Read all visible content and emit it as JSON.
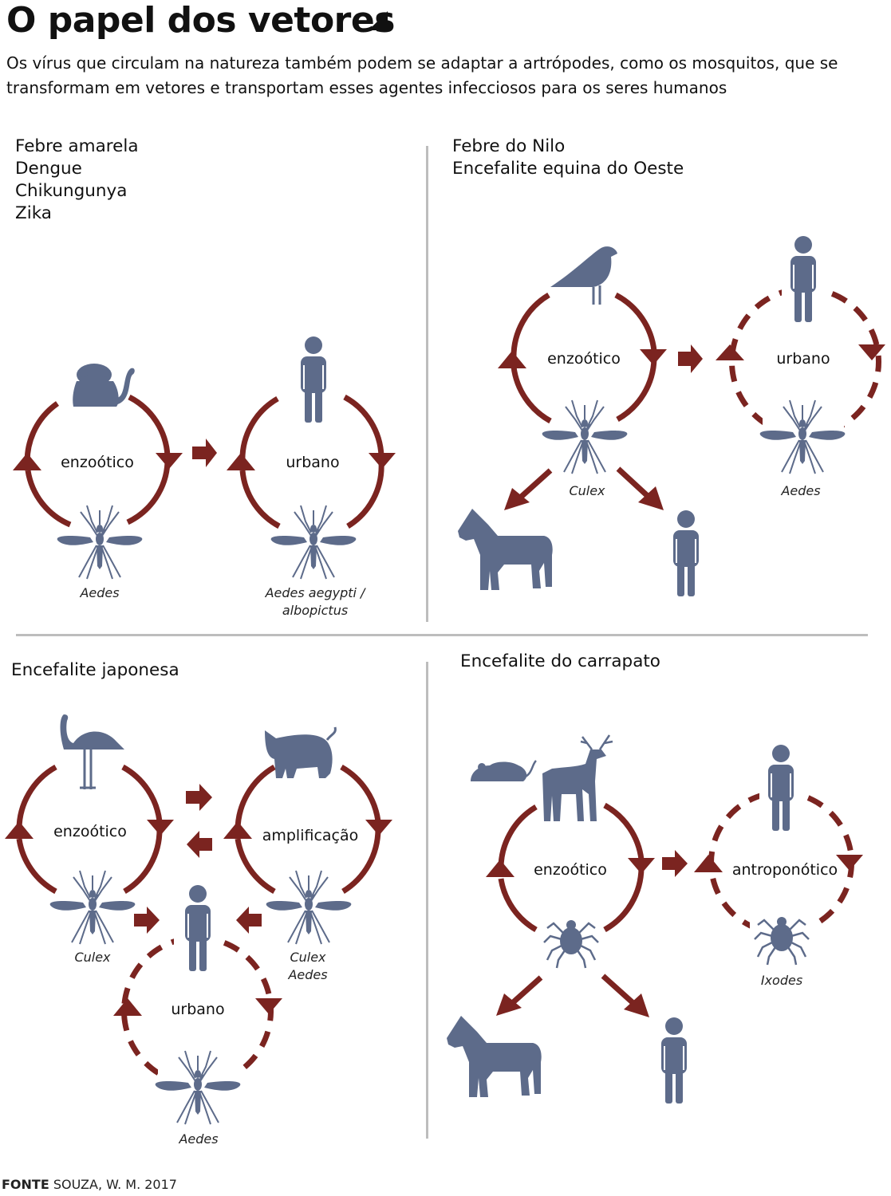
{
  "title": "O papel dos vetores",
  "subtitle": "Os vírus que circulam na natureza também podem se adaptar a artrópodes, como os mosquitos, que se transformam em vetores e transportam esses agentes infecciosos para os seres humanos",
  "colors": {
    "cycle": "#7b2420",
    "silhouette": "#5d6b8a",
    "divider": "#bdbdbd"
  },
  "panels": {
    "p1": {
      "title": "Febre amarela\nDengue\nChikungunya\nZika",
      "cycles": [
        "enzoótico",
        "urbano"
      ],
      "vectors": [
        "Aedes",
        "Aedes aegypti /",
        "albopictus"
      ],
      "hosts": [
        "monkey-icon",
        "human-icon",
        "mosquito-icon"
      ]
    },
    "p2": {
      "title": "Febre do Nilo\nEncefalite equina do Oeste",
      "cycles": [
        "enzoótico",
        "urbano"
      ],
      "vectors": [
        "Culex",
        "Aedes"
      ],
      "hosts": [
        "bird-icon",
        "human-icon",
        "horse-icon",
        "mosquito-icon"
      ]
    },
    "p3": {
      "title": "Encefalite japonesa",
      "cycles": [
        "enzoótico",
        "amplificação",
        "urbano"
      ],
      "vectors": [
        "Culex",
        "Culex",
        "Aedes",
        "Aedes"
      ],
      "hosts": [
        "heron-icon",
        "pig-icon",
        "human-icon",
        "mosquito-icon"
      ]
    },
    "p4": {
      "title": "Encefalite do carrapato",
      "cycles": [
        "enzoótico",
        "antroponótico"
      ],
      "vectors": [
        "Ixodes"
      ],
      "hosts": [
        "rodent-icon",
        "deer-icon",
        "tick-icon",
        "human-icon",
        "horse-icon"
      ]
    }
  },
  "source": {
    "label": "FONTE",
    "text": "SOUZA, W. M. 2017"
  }
}
